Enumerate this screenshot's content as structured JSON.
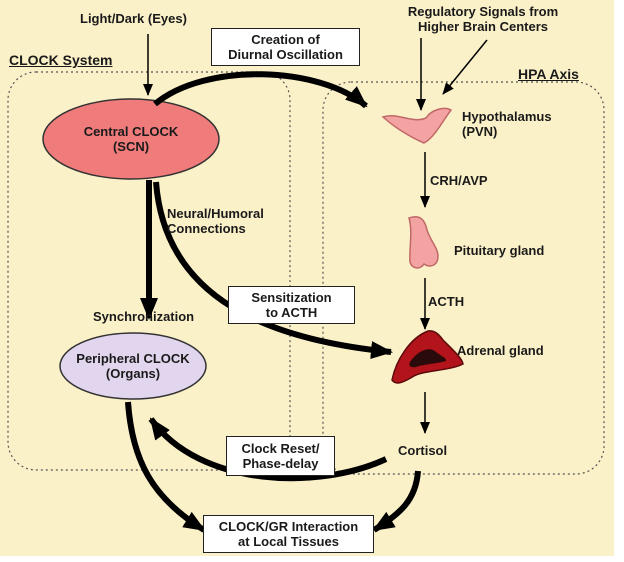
{
  "colors": {
    "background": "#fbf1c9",
    "central_clock_fill": "#ef7b7b",
    "peripheral_clock_fill": "#e2d6ee",
    "hypothalamus_fill": "#f4a3a3",
    "pituitary_fill": "#f4a3a3",
    "adrenal_fill": "#b3131a",
    "adrenal_core": "#2a0a0a"
  },
  "sections": {
    "clock_system": "CLOCK System",
    "hpa_axis": "HPA Axis"
  },
  "inputs": {
    "light_dark": "Light/Dark (Eyes)",
    "regulatory_line1": "Regulatory Signals from",
    "regulatory_line2": "Higher Brain Centers"
  },
  "nodes": {
    "central_clock": {
      "line1": "Central CLOCK",
      "line2": "(SCN)"
    },
    "peripheral_clock": {
      "line1": "Peripheral CLOCK",
      "line2": "(Organs)"
    },
    "hypothalamus": {
      "line1": "Hypothalamus",
      "line2": "(PVN)"
    },
    "pituitary": "Pituitary gland",
    "adrenal": "Adrenal gland",
    "cortisol": "Cortisol"
  },
  "edge_labels": {
    "diurnal_line1": "Creation of",
    "diurnal_line2": "Diurnal Oscillation",
    "neural_line1": "Neural/Humoral",
    "neural_line2": "Connections",
    "synchronization": "Synchronization",
    "sensitization_line1": "Sensitization",
    "sensitization_line2": "to ACTH",
    "crh_avp": "CRH/AVP",
    "acth": "ACTH",
    "clock_reset_line1": "Clock Reset/",
    "clock_reset_line2": "Phase-delay",
    "interaction_line1": "CLOCK/GR Interaction",
    "interaction_line2": "at Local Tissues"
  }
}
